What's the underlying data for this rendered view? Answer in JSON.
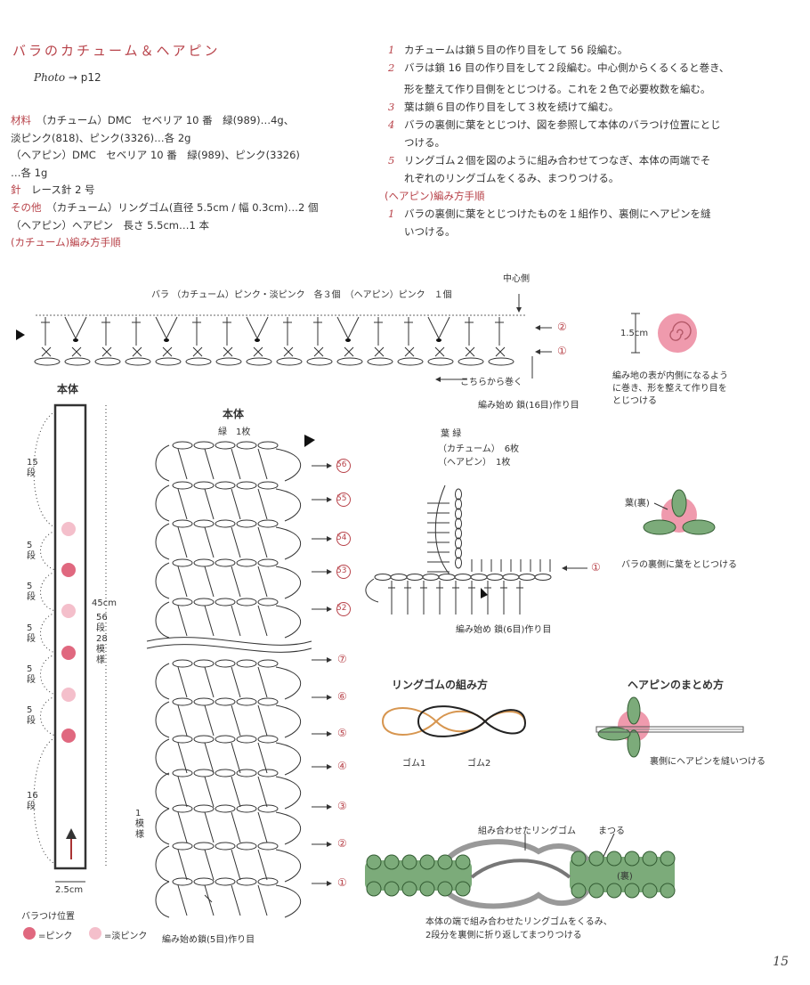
{
  "title": "バラのカチューム＆ヘアピン",
  "photo": {
    "label": "Photo",
    "ref": "→ p12"
  },
  "materials": {
    "label": "材料",
    "line1": "（カチューム）DMC　セベリア 10 番　緑(989)…4g、",
    "line2": "淡ピンク(818)、ピンク(3326)…各 2g",
    "line3": "（ヘアピン）DMC　セベリア 10 番　緑(989)、ピンク(3326)",
    "line4": "…各 1g",
    "needle_label": "針",
    "needle": "レース針 2 号",
    "other_label": "その他",
    "other1": "（カチューム）リングゴム(直径 5.5cm / 幅 0.3cm)…2 個",
    "other2": "（ヘアピン）ヘアピン　長さ 5.5cm…1 本",
    "procedure_heading": "(カチューム)編み方手順"
  },
  "steps": [
    {
      "n": "1",
      "text": "カチュームは鎖５目の作り目をして 56 段編む。"
    },
    {
      "n": "2",
      "text": "バラは鎖 16 目の作り目をして２段編む。中心側からくるくると巻き、"
    },
    {
      "n": "",
      "text": "形を整えて作り目側をとじつける。これを２色で必要枚数を編む。"
    },
    {
      "n": "3",
      "text": "葉は鎖６目の作り目をして３枚を続けて編む。"
    },
    {
      "n": "4",
      "text": "バラの裏側に葉をとじつけ、図を参照して本体のバラつけ位置にとじ"
    },
    {
      "n": "",
      "text": "つける。"
    },
    {
      "n": "5",
      "text": "リングゴム２個を図のように組み合わせてつなぎ、本体の両端でそ"
    },
    {
      "n": "",
      "text": "れぞれのリングゴムをくるみ、まつりつける。"
    }
  ],
  "hairpin_heading": "(ヘアピン)編み方手順",
  "hairpin_steps": [
    {
      "n": "1",
      "text": "バラの裏側に葉をとじつけたものを１組作り、裏側にヘアピンを縫"
    },
    {
      "n": "",
      "text": "いつける。"
    }
  ],
  "rose": {
    "title": "バラ",
    "subtitle": "（カチューム）ピンク・淡ピンク　各３個　（ヘアピン）ピンク　１個",
    "center_side": "中心側",
    "roll_from": "こちらから巻く",
    "start": "編み始め 鎖(16目)作り目",
    "row1": "①",
    "row2": "②",
    "size": "1.5cm",
    "note1": "編み地の表が内側になるよう",
    "note2": "に巻き、形を整えて作り目を",
    "note3": "とじつける"
  },
  "body_strip": {
    "title": "本体",
    "seg_top": "15段",
    "seg": [
      "5段",
      "5段",
      "5段",
      "5段",
      "5段"
    ],
    "seg_bottom": "16段",
    "length": "45cm",
    "length_detail": "56段 28模様",
    "width": "2.5cm",
    "rose_position_label": "バラつけ位置",
    "legend_pink": "=ピンク",
    "legend_light_pink": "=淡ピンク",
    "pink_color": "#e0687f",
    "light_pink_color": "#f4bfcb"
  },
  "body_chart": {
    "title": "本体",
    "subtitle": "緑　1枚",
    "rows_top": [
      "56",
      "55",
      "54",
      "53",
      "52"
    ],
    "rows_bottom": [
      "⑦",
      "⑥",
      "⑤",
      "④",
      "③",
      "②",
      "①"
    ],
    "rows_top_circled": [
      "56",
      "55",
      "54",
      "53",
      "52"
    ],
    "one_pattern": "1 模様",
    "start": "編み始め鎖(5目)作り目"
  },
  "leaf": {
    "title": "葉",
    "color": "緑",
    "count1": "（カチューム）　6枚",
    "count2": "（ヘアピン）　1枚",
    "row1": "①",
    "start": "編み始め 鎖(6目)作り目",
    "back_label": "葉(裏)",
    "attach_note": "バラの裏側に葉をとじつける",
    "green": "#7cab7a"
  },
  "ring": {
    "title": "リングゴムの組み方",
    "gum1": "ゴム1",
    "gum2": "ゴム2"
  },
  "hairpin_assembly": {
    "title": "ヘアピンのまとめ方",
    "note": "裏側にヘアピンを縫いつける"
  },
  "finishing": {
    "combined": "組み合わせたリングゴム",
    "matsuru": "まつる",
    "back": "(裏)",
    "note1": "本体の端で組み合わせたリングゴムをくるみ、",
    "note2": "2段分を裏側に折り返してまつりつける"
  },
  "page_number": "15"
}
